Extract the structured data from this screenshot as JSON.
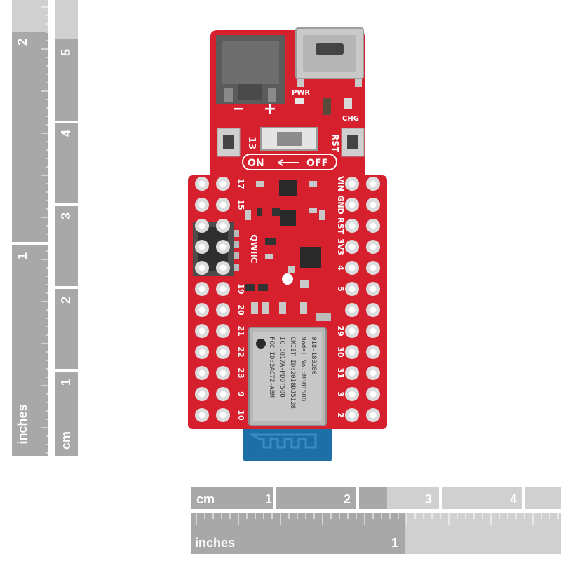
{
  "left_ruler": {
    "cm_label": "cm",
    "inches_label": "inches",
    "cm_numbers": [
      "1",
      "2",
      "3",
      "4",
      "5"
    ],
    "inch_numbers": [
      "1",
      "2"
    ]
  },
  "bottom_ruler": {
    "cm_label": "cm",
    "inches_label": "inches",
    "cm_numbers": [
      "1",
      "2",
      "3",
      "4"
    ],
    "inch_numbers": [
      "1"
    ]
  },
  "board": {
    "power_labels": {
      "minus": "−",
      "plus": "+",
      "pwr": "PWR",
      "chg": "CHG"
    },
    "button_labels": {
      "left": "13",
      "right": "RST"
    },
    "switch_labels": {
      "on": "ON",
      "off": "OFF"
    },
    "connector_label": "QWIIC",
    "left_pins": [
      "17",
      "15",
      "19",
      "20",
      "21",
      "22",
      "23",
      "9",
      "10"
    ],
    "right_pins": [
      "VIN",
      "GND",
      "RST",
      "3V3",
      "4",
      "5",
      "29",
      "30",
      "31",
      "3",
      "2"
    ],
    "module_text": [
      "FCC ID:2AC7Z-ABM",
      "IC:8017A-MDBT50Q",
      "CMIIT ID:2018DJ5128",
      "Model No.:MDBT50Q",
      "018-180280"
    ]
  },
  "colors": {
    "pcb_red": "#d6202e",
    "pad_silver": "#dcdcdc",
    "ruler_dark": "#a8a8a8",
    "ruler_light": "#d0d0d0",
    "antenna_blue": "#1e6fa8"
  }
}
